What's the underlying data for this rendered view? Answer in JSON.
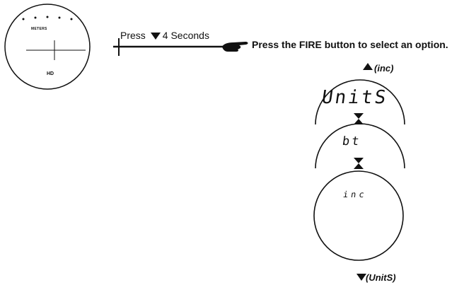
{
  "viewfinder": {
    "meters_label": "METERS",
    "hd_label": "HD"
  },
  "instruction": {
    "press_label": "Press",
    "press_duration": "4 Seconds",
    "fire_text": "Press the FIRE button to select an option."
  },
  "options": {
    "inc_label": "(inc)",
    "units_label": "(UnitS)",
    "display_units": "UnitS",
    "display_bt": "bt",
    "display_inc": "inc"
  }
}
